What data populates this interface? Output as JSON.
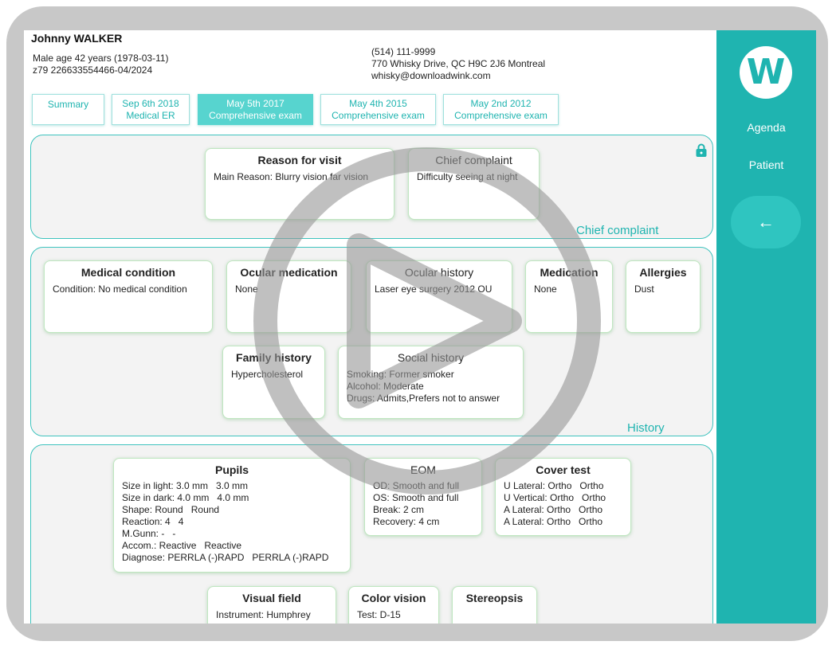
{
  "patient": {
    "name": "Johnny WALKER",
    "line1": "Male age 42 years  (1978-03-11)",
    "line2": "z79  226633554466-04/2024",
    "phone": "(514) 111-9999",
    "address": "770 Whisky Drive, QC H9C 2J6 Montreal",
    "email": "whisky@downloadwink.com"
  },
  "tabs": [
    {
      "line1": "Summary",
      "line2": ""
    },
    {
      "line1": "Sep 6th 2018",
      "line2": "Medical ER"
    },
    {
      "line1": "May 5th 2017",
      "line2": "Comprehensive exam"
    },
    {
      "line1": "May 4th 2015",
      "line2": "Comprehensive exam"
    },
    {
      "line1": "May 2nd 2012",
      "line2": "Comprehensive exam"
    }
  ],
  "sidebar": {
    "logo_letter": "W",
    "agenda": "Agenda",
    "patient": "Patient",
    "back_arrow": "←",
    "icons": {
      "logo": "wink-logo-icon",
      "back": "arrow-left-icon"
    }
  },
  "chief": {
    "section_title": "Chief complaint",
    "reason_title": "Reason for visit",
    "reason_text": "Main Reason: Blurry vision far vision",
    "complaint_title": "Chief complaint",
    "complaint_text": "Difficulty seeing at night",
    "lock_icon": "lock-icon"
  },
  "history": {
    "section_title": "History",
    "medical_title": "Medical condition",
    "medical_text": "Condition: No medical condition",
    "ocular_med_title": "Ocular medication",
    "ocular_med_text": "None",
    "ocular_hist_title": "Ocular history",
    "ocular_hist_text": "Laser eye surgery 2012 OU",
    "medication_title": "Medication",
    "medication_text": "None",
    "allergies_title": "Allergies",
    "allergies_text": "Dust",
    "family_title": "Family history",
    "family_text": "Hypercholesterol",
    "social_title": "Social history",
    "social_text": "Smoking: Former smoker\nAlcohol: Moderate\nDrugs: Admits,Prefers not to answer"
  },
  "exam": {
    "pupils_title": "Pupils",
    "pupils_text": "Size in light: 3.0 mm   3.0 mm\nSize in dark: 4.0 mm   4.0 mm\nShape: Round   Round\nReaction: 4   4\nM.Gunn: -   -\nAccom.: Reactive   Reactive\nDiagnose: PERRLA (-)RAPD   PERRLA (-)RAPD",
    "eom_title": "EOM",
    "eom_text": "OD: Smooth and full\nOS: Smooth and full\nBreak: 2 cm\nRecovery: 4 cm",
    "cover_title": "Cover test",
    "cover_text": "U Lateral: Ortho   Ortho\nU Vertical: Ortho   Ortho\nA Lateral: Ortho   Ortho\nA Lateral: Ortho   Ortho",
    "visual_title": "Visual field",
    "visual_text": "Instrument: Humphrey",
    "color_title": "Color vision",
    "color_text": "Test: D-15",
    "stereo_title": "Stereopsis",
    "stereo_text": ""
  },
  "overlay": {
    "icon": "play-button-icon"
  }
}
